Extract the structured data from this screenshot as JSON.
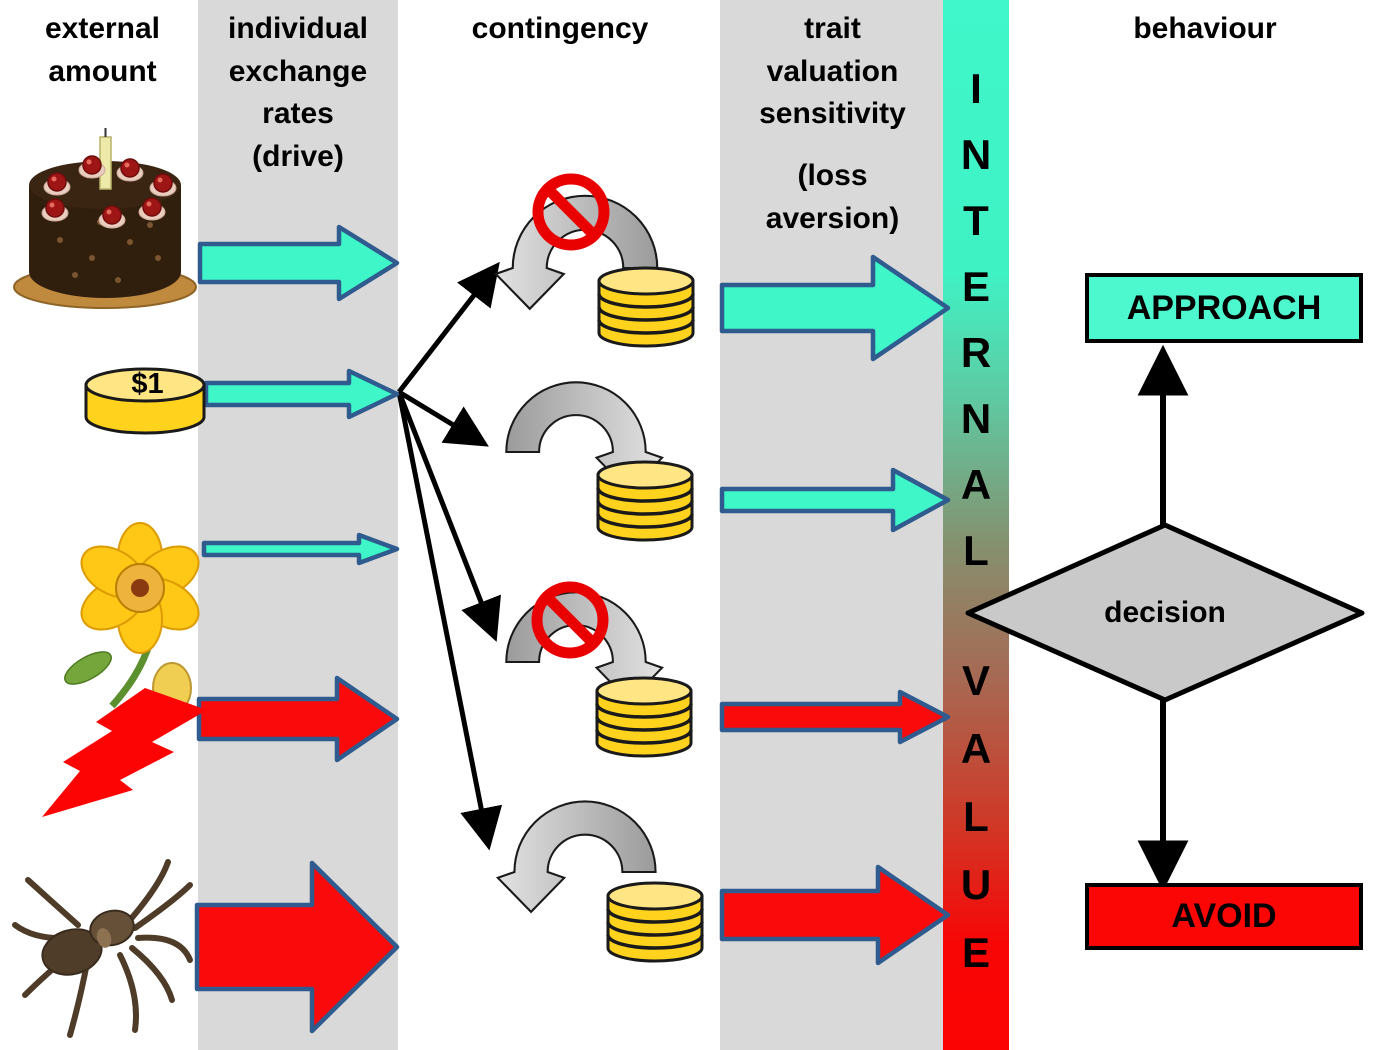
{
  "palette": {
    "approach_teal": "#4DF8CE",
    "avoid_red": "#FB0505",
    "arrow_teal": "#3FF6C8",
    "arrow_red": "#FA0A0A",
    "arrow_border_blue": "#2F5B8E",
    "column_gray": "#D9D9D9",
    "diamond_gray": "#C9C9C9",
    "coin_gold": "#FFD21E",
    "coin_top": "#FFE584",
    "prohibition_red": "#E90000",
    "value_bar_top": "#3FF7CA",
    "value_bar_bottom": "#FB0303"
  },
  "headers": {
    "external_amount": "external\namount",
    "exchange_rates": "individual\nexchange\nrates\n(drive)",
    "contingency": "contingency",
    "trait_valuation": "trait\nvaluation\nsensitivity",
    "loss_aversion": "(loss\naversion)",
    "behaviour": "behaviour"
  },
  "stimuli": [
    {
      "icon": "birthday-cake-icon"
    },
    {
      "icon": "dollar-coin-icon",
      "label": "$1"
    },
    {
      "icon": "yellow-flower-icon"
    },
    {
      "icon": "lightning-bolt-icon"
    },
    {
      "icon": "spider-icon"
    }
  ],
  "contingency_items": [
    {
      "icon": "no-loss-curved-arrow",
      "crossed": true,
      "arrow_points": "away-from-coins"
    },
    {
      "icon": "gain-curved-arrow",
      "crossed": false,
      "arrow_points": "toward-coins"
    },
    {
      "icon": "no-gain-curved-arrow",
      "crossed": true,
      "arrow_points": "toward-coins"
    },
    {
      "icon": "loss-curved-arrow",
      "crossed": false,
      "arrow_points": "away-from-coins"
    }
  ],
  "internal_value": {
    "word1": "I\nN\nT\nE\nR\nN\nA\nL",
    "word2": "V\nA\nL\nU\nE"
  },
  "behaviour": {
    "approach_label": "APPROACH",
    "decision_label": "decision",
    "avoid_label": "AVOID"
  }
}
